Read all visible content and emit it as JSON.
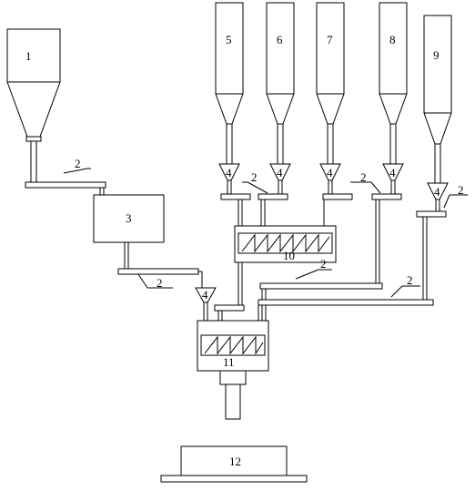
{
  "labels": {
    "bin1": "1",
    "conveyor_label": "2",
    "bin3": "3",
    "feeder_label": "4",
    "bin5": "5",
    "bin6": "6",
    "bin7": "7",
    "bin8": "8",
    "bin9": "9",
    "mixer10": "10",
    "mixer11": "11",
    "platform12": "12"
  }
}
